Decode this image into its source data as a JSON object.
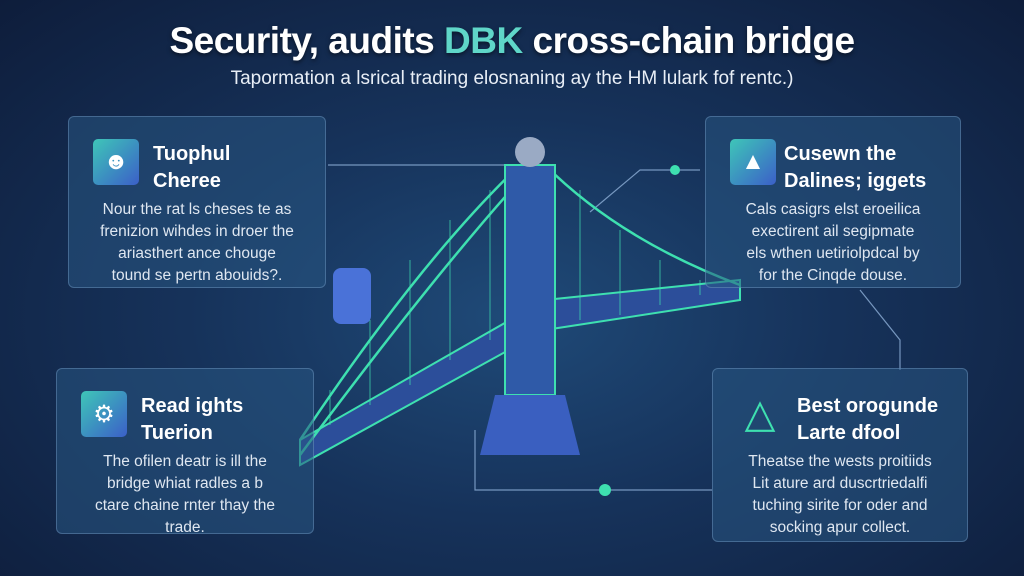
{
  "header": {
    "title_start": "Security, audits",
    "title_mid": "DBK",
    "title_end": "cross-chain bridge",
    "subtitle": "Tapormation a lsrical trading elosnaning ay the HM lulark fof rentc.)"
  },
  "cards": [
    {
      "icon": "user-shield-icon",
      "title1": "Tuophul",
      "title2": "Cheree",
      "body": [
        "Nour the rat ls cheses te as",
        "frenizion wihdes in droer the",
        "ariasthert ance chouge",
        "tound se pertn abouids?."
      ]
    },
    {
      "icon": "sail-icon",
      "title1": "Cusewn the",
      "title2": "Dalines; iggets",
      "body": [
        "Cals casigrs elst eroeilica",
        "exectirent ail segipmate",
        "els wthen uetiriolpdcal by",
        "for the Cinqde douse."
      ]
    },
    {
      "icon": "circuit-icon",
      "title1": "Read ights",
      "title2": "Tuerion",
      "body": [
        "The ofilen deatr is ill the",
        "bridge whiat radles a b",
        "ctare chaine rnter thay the",
        "trade."
      ]
    },
    {
      "icon": "warning-icon",
      "title1": "Best orogunde",
      "title2": "Larte dfool",
      "body": [
        "Theatse the wests proitiids",
        "Lit ature ard duscrtriedalfi",
        "tuching sirite for oder and",
        "socking apur collect."
      ]
    }
  ],
  "colors": {
    "accent": "#3ee0b0",
    "background": "#16325a"
  }
}
